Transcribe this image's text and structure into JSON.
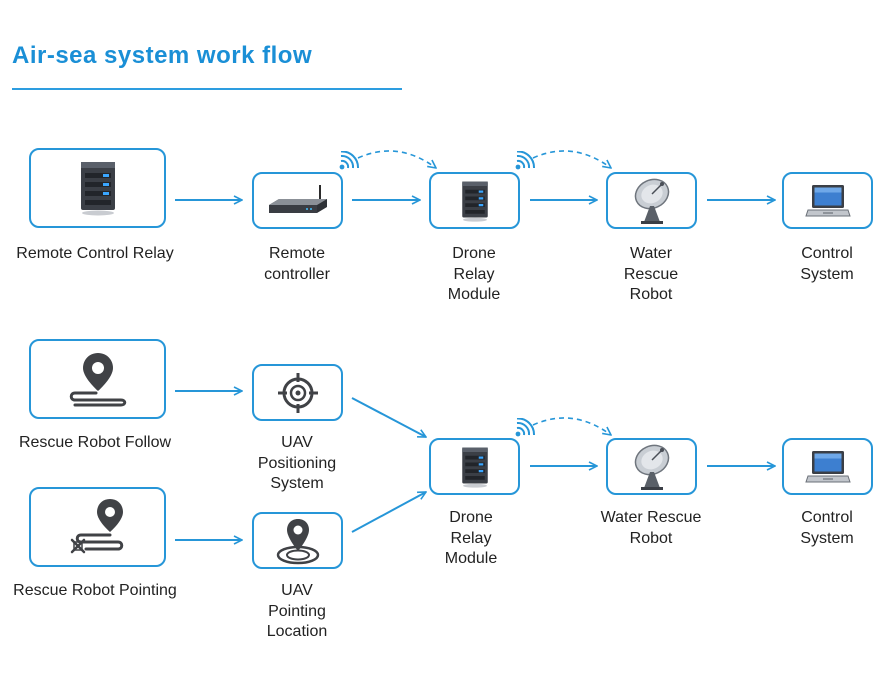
{
  "title": "Air-sea system work flow",
  "flow1": {
    "remote_control_relay": "Remote Control Relay",
    "remote_controller": "Remote\ncontroller",
    "drone_relay_module": "Drone\nRelay\nModule",
    "water_rescue_robot": "Water\nRescue\nRobot",
    "control_system": "Control\nSystem"
  },
  "flow2": {
    "rescue_robot_follow": "Rescue Robot Follow",
    "rescue_robot_pointing": "Rescue Robot Pointing",
    "uav_positioning_system": "UAV\nPositioning\nSystem",
    "uav_pointing_location": "UAV\nPointing\nLocation",
    "drone_relay_module": "Drone\nRelay\nModule",
    "water_rescue_robot": "Water Rescue\nRobot",
    "control_system": "Control\nSystem"
  },
  "colors": {
    "accent": "#2696d8",
    "title": "#1a8fd6"
  },
  "icons": [
    "server-icon",
    "router-icon",
    "satellite-dish-icon",
    "laptop-icon",
    "map-pin-route-icon",
    "crosshair-target-icon",
    "location-radar-icon",
    "wifi-signal-icon"
  ]
}
